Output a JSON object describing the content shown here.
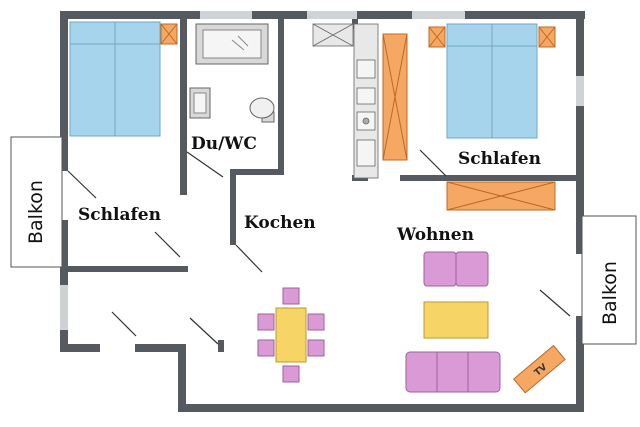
{
  "rooms": {
    "bath": "Du/WC",
    "bedroom_left": "Schlafen",
    "bedroom_right": "Schlafen",
    "kitchen": "Kochen",
    "living": "Wohnen",
    "balcony_left": "Balkon",
    "balcony_right": "Balkon"
  },
  "furniture": {
    "tv_label": "TV"
  },
  "colors": {
    "wall": "#555a60",
    "bed": "#a6d4ec",
    "bed_outline": "#6ea7c6",
    "wardrobe": "#f4a864",
    "wardrobe_outline": "#c06820",
    "sofa": "#d99ad6",
    "sofa_outline": "#a060a0",
    "table": "#f6d466",
    "table_outline": "#b89b2a",
    "fixture": "#d8d8d8"
  }
}
